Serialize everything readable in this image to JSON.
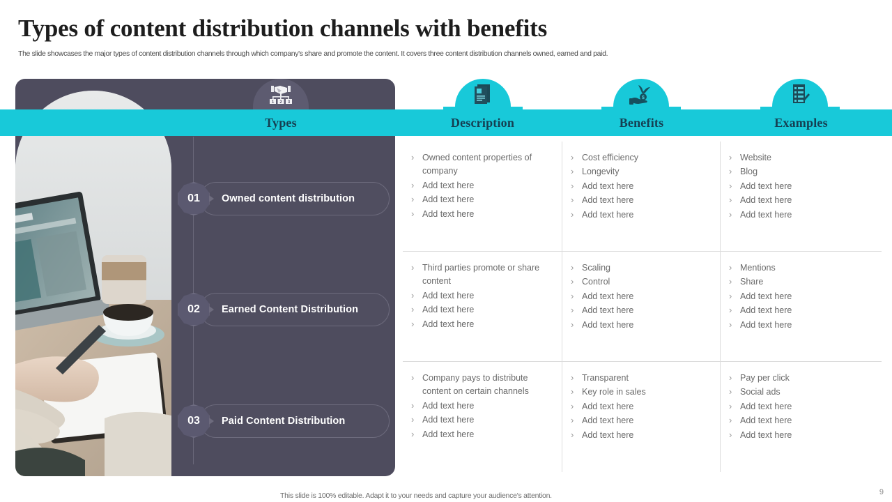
{
  "slide": {
    "title": "Types of content distribution channels with benefits",
    "subtitle": "The slide showcases the major types of content distribution channels through which company's share and promote the content. It covers three content distribution channels owned, earned and paid.",
    "footer_note": "This slide is 100% editable. Adapt it to your needs and capture your audience's attention.",
    "page_number": "9"
  },
  "colors": {
    "accent_cyan": "#18c9d9",
    "panel_dark": "#4e4c5e",
    "header_text": "#153f52",
    "body_text": "#6a6a6a"
  },
  "columns": [
    {
      "key": "types",
      "label": "Types",
      "icon": "hierarchy-handshake-icon"
    },
    {
      "key": "description",
      "label": "Description",
      "icon": "document-icon"
    },
    {
      "key": "benefits",
      "label": "Benefits",
      "icon": "hand-plant-money-icon"
    },
    {
      "key": "examples",
      "label": "Examples",
      "icon": "checklist-icon"
    }
  ],
  "steps": [
    {
      "number": "01",
      "label": "Owned content distribution"
    },
    {
      "number": "02",
      "label": "Earned Content Distribution"
    },
    {
      "number": "03",
      "label": "Paid Content Distribution"
    }
  ],
  "rows": [
    {
      "description": [
        "Owned content properties of company",
        "Add text here",
        "Add text here",
        "Add text here"
      ],
      "benefits": [
        "Cost efficiency",
        "Longevity",
        "Add text here",
        "Add text here",
        "Add text here"
      ],
      "examples": [
        "Website",
        "Blog",
        "Add text here",
        "Add text here",
        "Add text here"
      ]
    },
    {
      "description": [
        "Third parties promote or share content",
        "Add text here",
        "Add text here",
        "Add text here"
      ],
      "benefits": [
        "Scaling",
        "Control",
        "Add text here",
        "Add text here",
        "Add text here"
      ],
      "examples": [
        "Mentions",
        "Share",
        "Add text here",
        "Add text here",
        "Add text here"
      ]
    },
    {
      "description": [
        "Company pays to distribute content on certain channels",
        "Add text here",
        "Add text here",
        "Add text here"
      ],
      "benefits": [
        "Transparent",
        "Key role in sales",
        "Add text here",
        "Add text here",
        "Add text here"
      ],
      "examples": [
        "Pay per click",
        "Social ads",
        "Add text here",
        "Add text here",
        "Add text here"
      ]
    }
  ]
}
